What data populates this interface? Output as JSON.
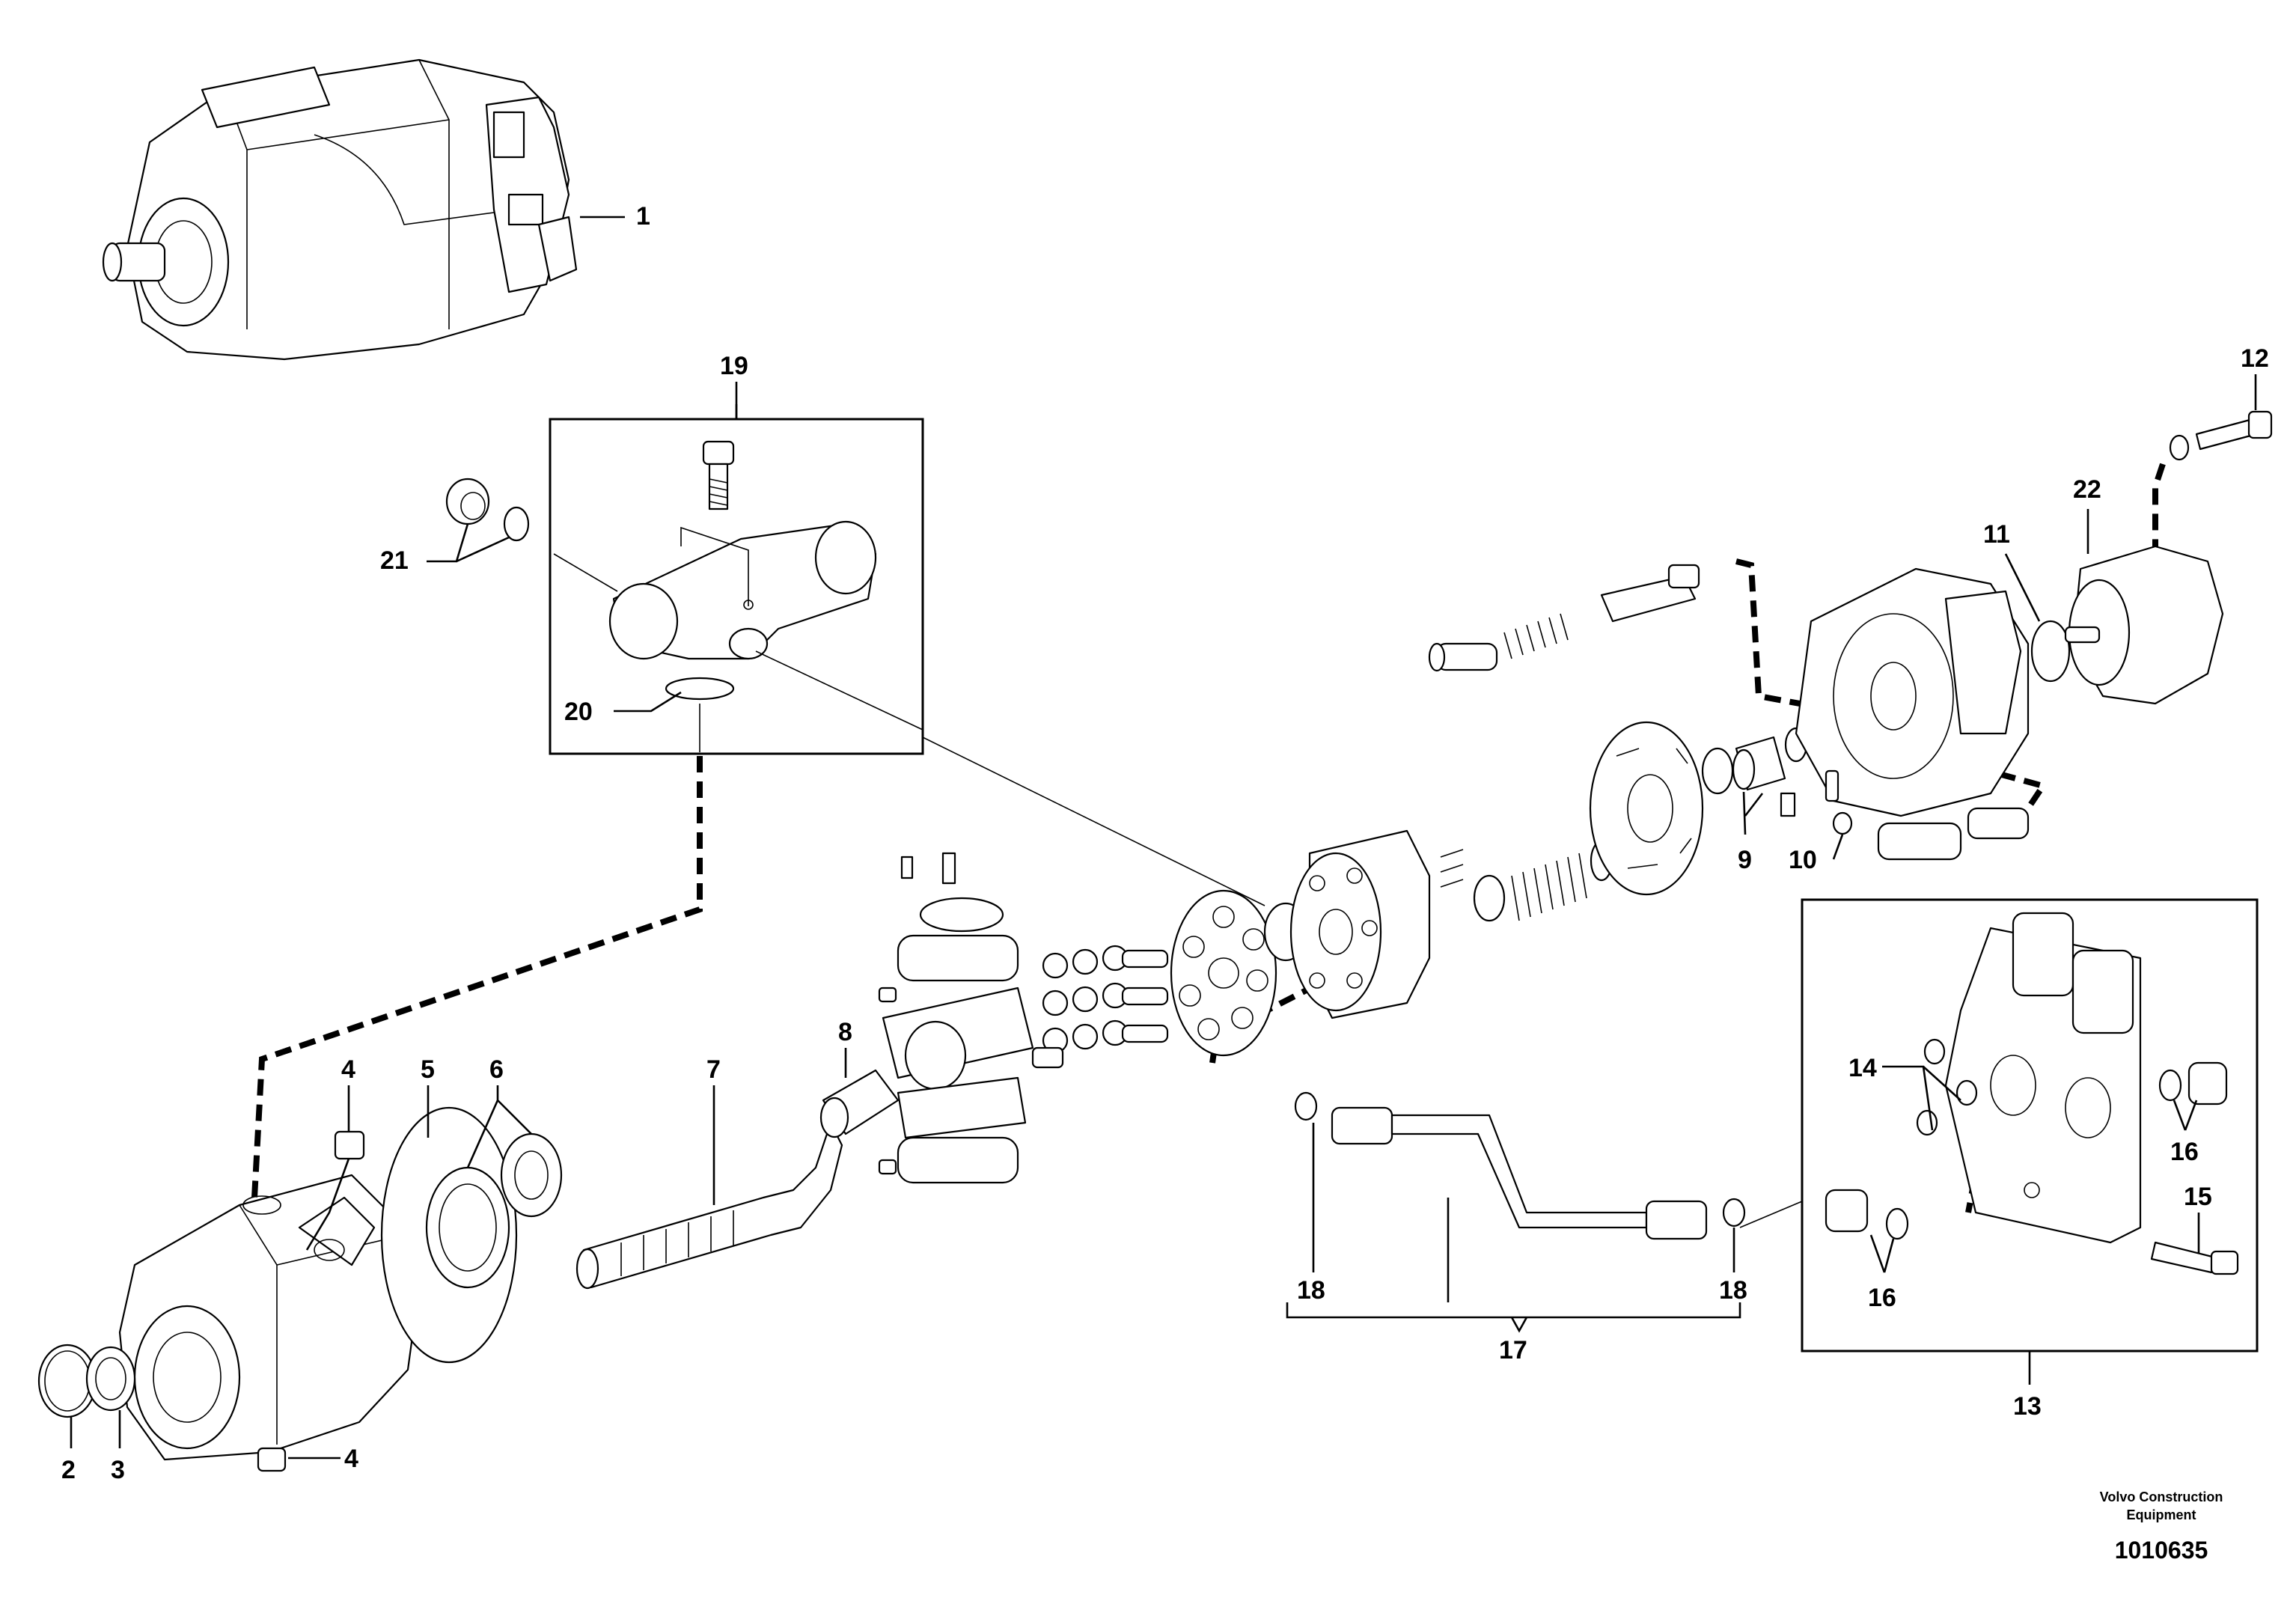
{
  "callouts": {
    "c1": "1",
    "c2": "2",
    "c3": "3",
    "c4a": "4",
    "c4b": "4",
    "c5": "5",
    "c6": "6",
    "c7": "7",
    "c8": "8",
    "c9": "9",
    "c10": "10",
    "c11": "11",
    "c12": "12",
    "c13": "13",
    "c14": "14",
    "c15": "15",
    "c16a": "16",
    "c16b": "16",
    "c17": "17",
    "c18a": "18",
    "c18b": "18",
    "c19": "19",
    "c20": "20",
    "c21": "21",
    "c22": "22"
  },
  "footer": {
    "brand_line1": "Volvo Construction",
    "brand_line2": "Equipment",
    "figure_number": "1010635"
  }
}
